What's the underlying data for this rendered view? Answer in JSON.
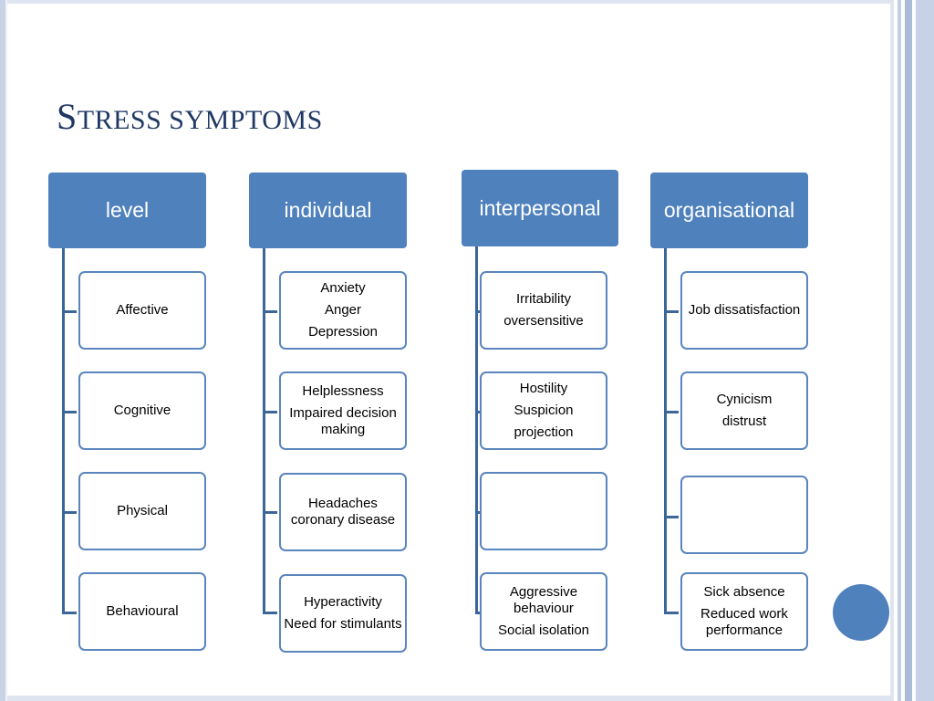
{
  "slide": {
    "title_initial": "S",
    "title_rest": "TRESS SYMPTOMS"
  },
  "columns": [
    {
      "header": "level",
      "cards": [
        [
          "Affective"
        ],
        [
          "Cognitive"
        ],
        [
          "Physical"
        ],
        [
          "Behavioural"
        ]
      ]
    },
    {
      "header": "individual",
      "cards": [
        [
          "Anxiety",
          "Anger",
          "Depression"
        ],
        [
          "Helplessness",
          "Impaired decision making"
        ],
        [
          "Headaches coronary disease"
        ],
        [
          "Hyperactivity",
          "Need for stimulants"
        ]
      ]
    },
    {
      "header": "interpersonal",
      "cards": [
        [
          "Irritability",
          "oversensitive"
        ],
        [
          "Hostility",
          "Suspicion",
          "projection"
        ],
        [],
        [
          "Aggressive behaviour",
          "Social isolation"
        ]
      ]
    },
    {
      "header": "organisational",
      "cards": [
        [
          "Job dissatisfaction"
        ],
        [
          "Cynicism",
          "distrust"
        ],
        [],
        [
          "Sick absence",
          "Reduced work performance"
        ]
      ]
    }
  ],
  "colors": {
    "accent": "#4f81bd",
    "title": "#1f3864",
    "card_border": "#5a85bd"
  }
}
